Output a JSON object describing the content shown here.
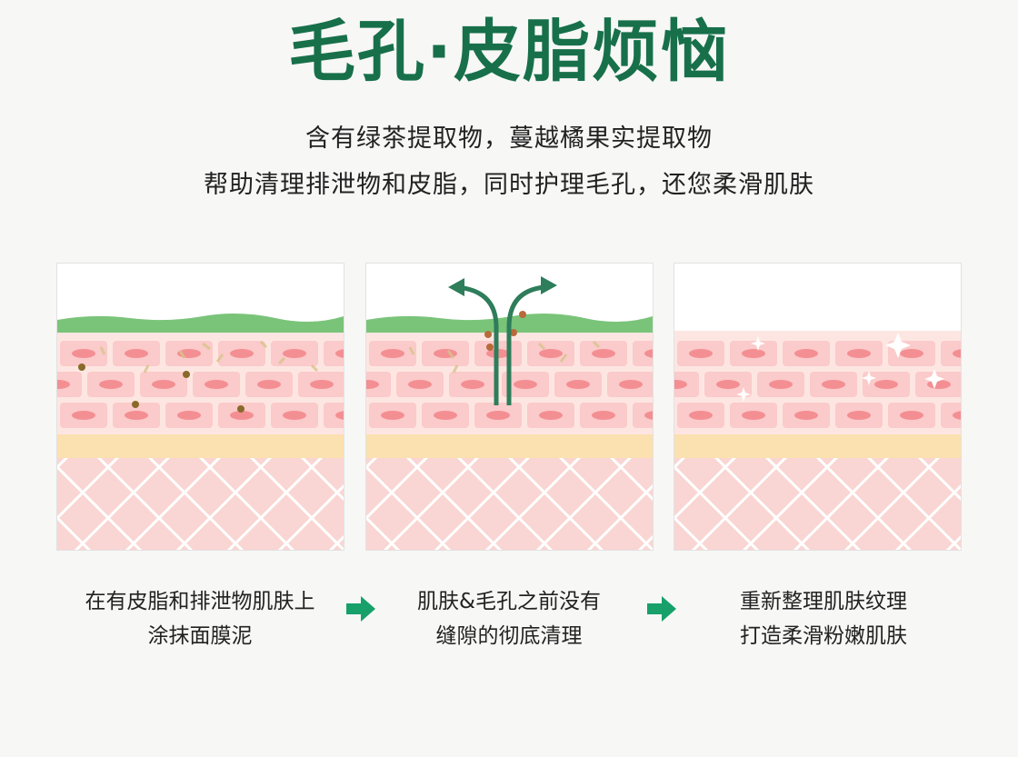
{
  "header": {
    "title": "毛孔·皮脂烦恼",
    "subtitle_line1": "含有绿茶提取物，蔓越橘果实提取物",
    "subtitle_line2": "帮助清理排泄物和皮脂，同时护理毛孔，还您柔滑肌肤"
  },
  "steps": [
    {
      "line1": "在有皮脂和排泄物肌肤上",
      "line2": "涂抹面膜泥"
    },
    {
      "line1": "肌肤&毛孔之前没有",
      "line2": "缝隙的彻底清理"
    },
    {
      "line1": "重新整理肌肤纹理",
      "line2": "打造柔滑粉嫩肌肤"
    }
  ],
  "colors": {
    "title": "#17704a",
    "arrow": "#17a06a",
    "skin_top": "#7ac47a",
    "cell": "#f6b8b8",
    "fat_layer": "#fbe0b0",
    "dermis": "#f9d6d3"
  }
}
